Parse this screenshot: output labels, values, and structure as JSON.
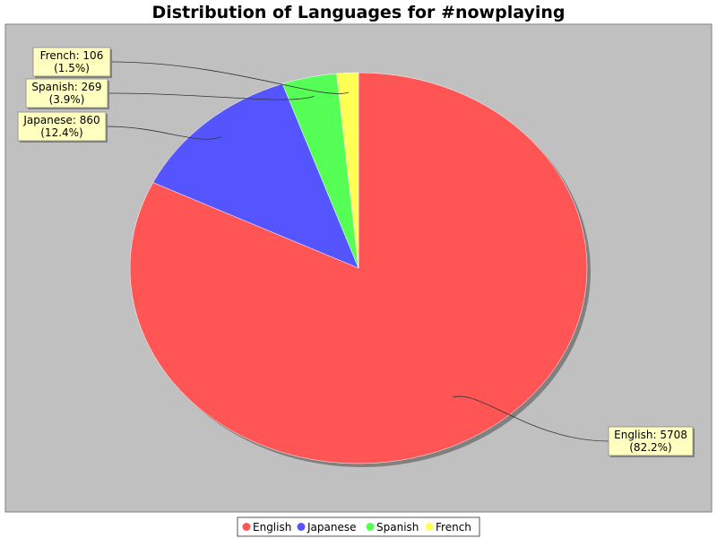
{
  "chart_data": {
    "type": "pie",
    "title": "Distribution of Languages for #nowplaying",
    "categories": [
      "English",
      "Japanese",
      "Spanish",
      "French"
    ],
    "values": [
      5708,
      860,
      269,
      106
    ],
    "percent_labels": [
      "(82.2%)",
      "(12.4%)",
      "(3.9%)",
      "(1.5%)"
    ],
    "value_labels": [
      "English: 5708",
      "Japanese: 860",
      "Spanish: 269",
      "French: 106"
    ],
    "colors": [
      "#ff5555",
      "#5555ff",
      "#55ff55",
      "#ffff55"
    ],
    "legend_placement": "bottom",
    "plot_background": "#c0c0c0",
    "label_background": "#ffffc0"
  }
}
